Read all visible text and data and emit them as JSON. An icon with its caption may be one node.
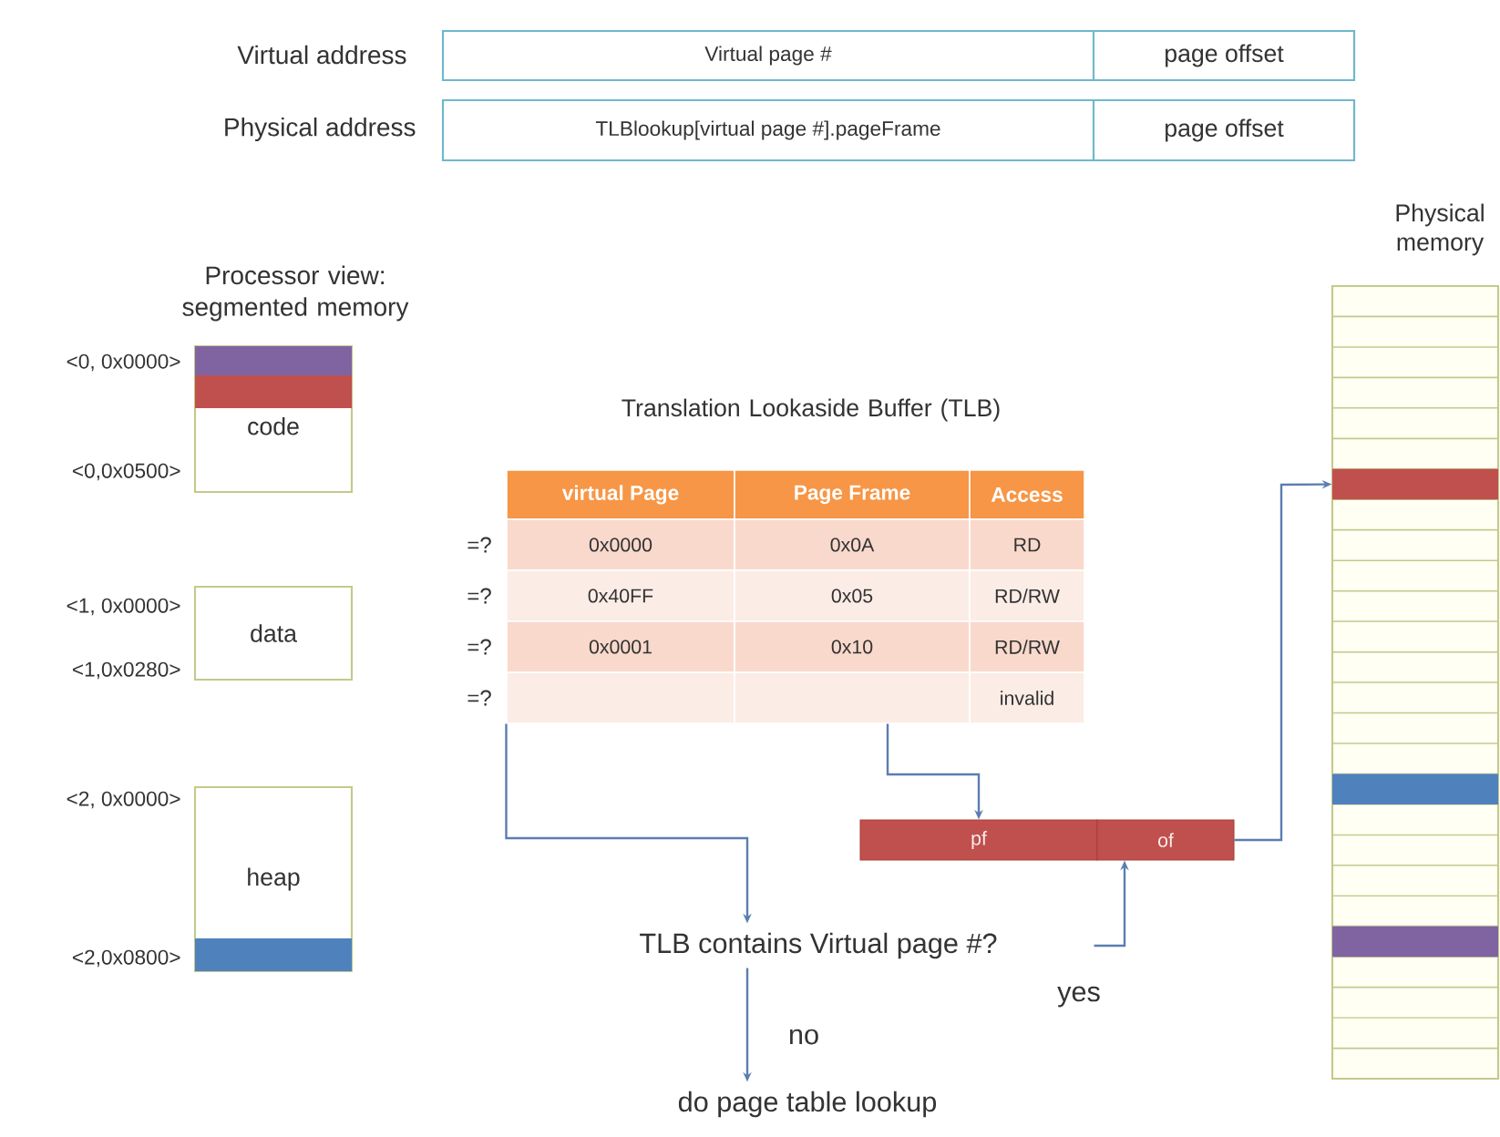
{
  "diagram": {
    "nodes": [
      {
        "text": [
          "Virtual page #"
        ],
        "beside": [
          "Virtual address"
        ]
      },
      {
        "text": [
          "page offset"
        ]
      },
      {
        "text": [
          "TLBlookup[virtual page #].pageFrame"
        ],
        "beside": [
          "Physical address"
        ]
      },
      {
        "text": [
          "page offset"
        ]
      },
      {
        "text": [
          "code"
        ],
        "beside": [
          "<0, 0x0000>",
          "<0,0x0500>"
        ]
      },
      {
        "text": [],
        "shape": "bar",
        "in": 4
      },
      {
        "text": [],
        "shape": "bar",
        "in": 4
      },
      {
        "text": [
          "data"
        ],
        "beside": [
          "<1, 0x0000>",
          "<1,0x0280>"
        ]
      },
      {
        "text": [
          "heap"
        ],
        "beside": [
          "<2, 0x0000>",
          "<2,0x0800>"
        ]
      },
      {
        "text": [],
        "shape": "bar",
        "in": 8
      },
      {
        "text": [
          "Translation Lookaside Buffer (TLB)"
        ]
      },
      {
        "text": [
          "pf"
        ]
      },
      {
        "text": [
          "of"
        ]
      },
      {
        "text": [
          "TLB contains Virtual page #?"
        ]
      },
      {
        "text": [
          "do page table lookup"
        ]
      },
      {
        "text": [
          "Physical memory"
        ]
      },
      {
        "text": [],
        "shape": "bar",
        "in": 15
      },
      {
        "text": [],
        "shape": "bar",
        "in": 15
      },
      {
        "text": [],
        "shape": "bar",
        "in": 15
      }
    ],
    "edges": [
      {
        "from": 10,
        "to": 13,
        "arrow": "to"
      },
      {
        "from": 10,
        "to": 11,
        "arrow": "to"
      },
      {
        "from": 12,
        "to": 16,
        "arrow": "to"
      },
      {
        "from": 13,
        "to": 12,
        "arrow": "to",
        "label": "yes"
      },
      {
        "from": 13,
        "to": 14,
        "arrow": "to",
        "label": "no"
      }
    ],
    "labels": [
      "Processor view: segmented memory",
      "virtual Page",
      "Page Frame",
      "Access",
      "=?",
      "0x0000",
      "0x0A",
      "RD",
      "=?",
      "0x40FF",
      "0x05",
      "RD/RW",
      "=?",
      "0x0001",
      "0x10",
      "RD/RW",
      "=?",
      "invalid"
    ]
  }
}
